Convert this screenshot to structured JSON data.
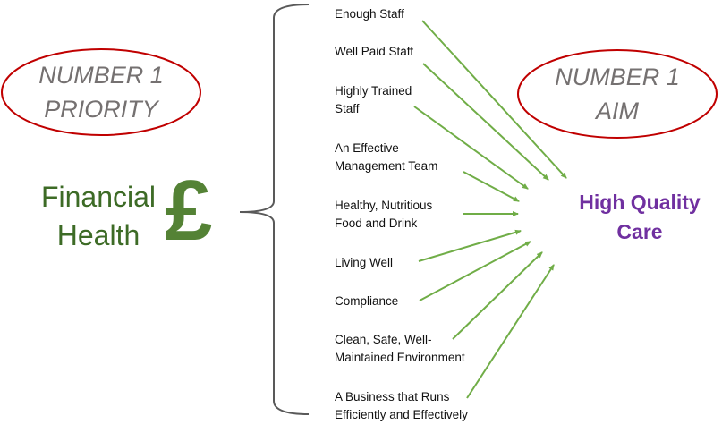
{
  "priority_oval": {
    "line1": "NUMBER 1",
    "line2": "PRIORITY"
  },
  "aim_oval": {
    "line1": "NUMBER 1",
    "line2": "AIM"
  },
  "source": {
    "line1": "Financial",
    "line2": "Health",
    "symbol": "£"
  },
  "factors": [
    "Enough Staff",
    "Well Paid Staff",
    "Highly Trained\nStaff",
    "An Effective\nManagement Team",
    "Healthy, Nutritious\nFood and Drink",
    "Living Well",
    "Compliance",
    "Clean, Safe, Well-\nMaintained Environment",
    "A Business that Runs\nEfficiently and Effectively"
  ],
  "goal": {
    "line1": "High Quality",
    "line2": "Care"
  },
  "colors": {
    "oval": "#c00000",
    "arrow": "#70ad47",
    "goal": "#7030a0",
    "finance": "#3d6b26",
    "pound": "#548235",
    "brace": "#595959"
  }
}
